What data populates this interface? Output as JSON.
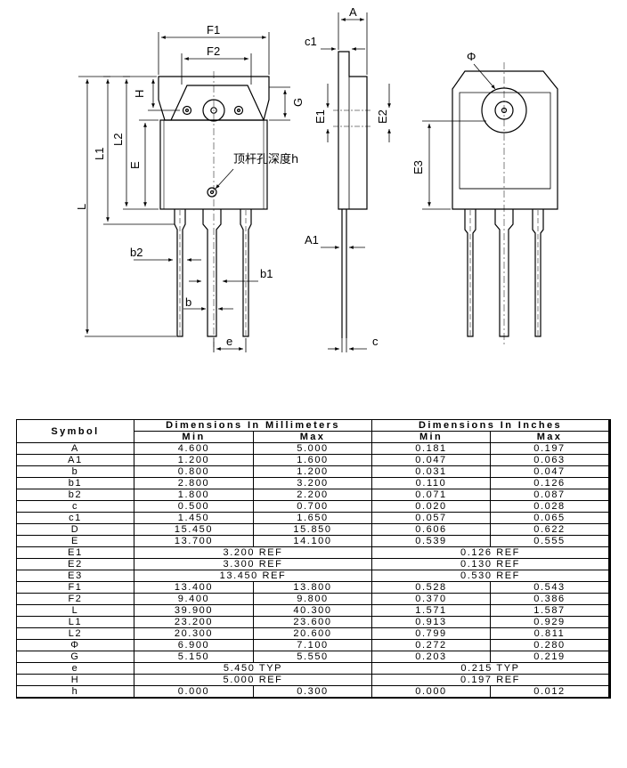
{
  "drawing": {
    "labels": {
      "F1": "F1",
      "F2": "F2",
      "H": "H",
      "G": "G",
      "L": "L",
      "L1": "L1",
      "L2": "L2",
      "E": "E",
      "b2": "b2",
      "b": "b",
      "b1": "b1",
      "e": "e",
      "A": "A",
      "c1": "c1",
      "E1": "E1",
      "E2": "E2",
      "A1": "A1",
      "c": "c",
      "Phi": "Φ",
      "E3": "E3",
      "hole_depth": "顶杆孔深度h"
    }
  },
  "table": {
    "headers": {
      "symbol": "Symbol",
      "mm": "Dimensions In Millimeters",
      "inch": "Dimensions In Inches",
      "min": "Min",
      "max": "Max"
    },
    "rows": [
      {
        "sym": "A",
        "mm_min": "4.600",
        "mm_max": "5.000",
        "in_min": "0.181",
        "in_max": "0.197"
      },
      {
        "sym": "A1",
        "mm_min": "1.200",
        "mm_max": "1.600",
        "in_min": "0.047",
        "in_max": "0.063"
      },
      {
        "sym": "b",
        "mm_min": "0.800",
        "mm_max": "1.200",
        "in_min": "0.031",
        "in_max": "0.047"
      },
      {
        "sym": "b1",
        "mm_min": "2.800",
        "mm_max": "3.200",
        "in_min": "0.110",
        "in_max": "0.126"
      },
      {
        "sym": "b2",
        "mm_min": "1.800",
        "mm_max": "2.200",
        "in_min": "0.071",
        "in_max": "0.087"
      },
      {
        "sym": "c",
        "mm_min": "0.500",
        "mm_max": "0.700",
        "in_min": "0.020",
        "in_max": "0.028"
      },
      {
        "sym": "c1",
        "mm_min": "1.450",
        "mm_max": "1.650",
        "in_min": "0.057",
        "in_max": "0.065"
      },
      {
        "sym": "D",
        "mm_min": "15.450",
        "mm_max": "15.850",
        "in_min": "0.606",
        "in_max": "0.622"
      },
      {
        "sym": "E",
        "mm_min": "13.700",
        "mm_max": "14.100",
        "in_min": "0.539",
        "in_max": "0.555"
      },
      {
        "sym": "E1",
        "mm_ref": "3.200 REF",
        "in_ref": "0.126 REF"
      },
      {
        "sym": "E2",
        "mm_ref": "3.300 REF",
        "in_ref": "0.130 REF"
      },
      {
        "sym": "E3",
        "mm_ref": "13.450 REF",
        "in_ref": "0.530 REF"
      },
      {
        "sym": "F1",
        "mm_min": "13.400",
        "mm_max": "13.800",
        "in_min": "0.528",
        "in_max": "0.543"
      },
      {
        "sym": "F2",
        "mm_min": "9.400",
        "mm_max": "9.800",
        "in_min": "0.370",
        "in_max": "0.386"
      },
      {
        "sym": "L",
        "mm_min": "39.900",
        "mm_max": "40.300",
        "in_min": "1.571",
        "in_max": "1.587"
      },
      {
        "sym": "L1",
        "mm_min": "23.200",
        "mm_max": "23.600",
        "in_min": "0.913",
        "in_max": "0.929"
      },
      {
        "sym": "L2",
        "mm_min": "20.300",
        "mm_max": "20.600",
        "in_min": "0.799",
        "in_max": "0.811"
      },
      {
        "sym": "Φ",
        "mm_min": "6.900",
        "mm_max": "7.100",
        "in_min": "0.272",
        "in_max": "0.280"
      },
      {
        "sym": "G",
        "mm_min": "5.150",
        "mm_max": "5.550",
        "in_min": "0.203",
        "in_max": "0.219"
      },
      {
        "sym": "e",
        "mm_ref": "5.450 TYP",
        "in_ref": "0.215 TYP"
      },
      {
        "sym": "H",
        "mm_ref": "5.000 REF",
        "in_ref": "0.197 REF"
      },
      {
        "sym": "h",
        "mm_min": "0.000",
        "mm_max": "0.300",
        "in_min": "0.000",
        "in_max": "0.012"
      }
    ]
  }
}
